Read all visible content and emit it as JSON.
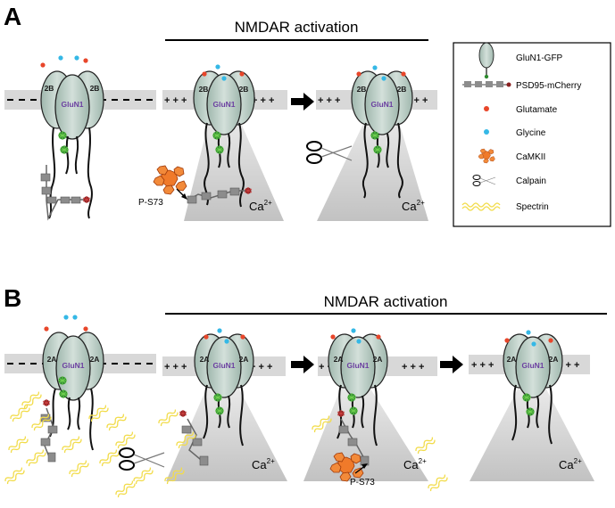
{
  "panels": {
    "a": {
      "label": "A",
      "activation_title": "NMDAR activation"
    },
    "b": {
      "label": "B",
      "activation_title": "NMDAR activation"
    }
  },
  "subunits": {
    "glun1": "GluN1",
    "glun2b": "2B",
    "glun2a": "2A"
  },
  "calcium": {
    "base": "Ca",
    "superscript": "2+"
  },
  "phospho_label": "P-S73",
  "membrane_charge": "+ + +",
  "legend": {
    "items": [
      {
        "label": "GluN1-GFP",
        "icon": "glun1-gfp-icon"
      },
      {
        "label": "PSD95-mCherry",
        "icon": "psd95-mcherry-icon"
      },
      {
        "label": "Glutamate",
        "icon": "glutamate-icon"
      },
      {
        "label": "Glycine",
        "icon": "glycine-icon"
      },
      {
        "label": "CaMKII",
        "icon": "camkii-icon"
      },
      {
        "label": "Calpain",
        "icon": "calpain-scissors-icon"
      },
      {
        "label": "Spectrin",
        "icon": "spectrin-icon"
      }
    ]
  },
  "colors": {
    "receptor_fill": "#b8ccc4",
    "receptor_stroke": "#222222",
    "membrane": "#d8d8d8",
    "glutamate": "#e8462a",
    "glycine": "#35b8e6",
    "camkii": "#f0782a",
    "gfp": "#2e8a2e",
    "mcherry": "#8a2020",
    "spectrin": "#f2dc4a",
    "calcium_cone": "#c8c8c8",
    "glun1_text": "#6b3fa0"
  }
}
